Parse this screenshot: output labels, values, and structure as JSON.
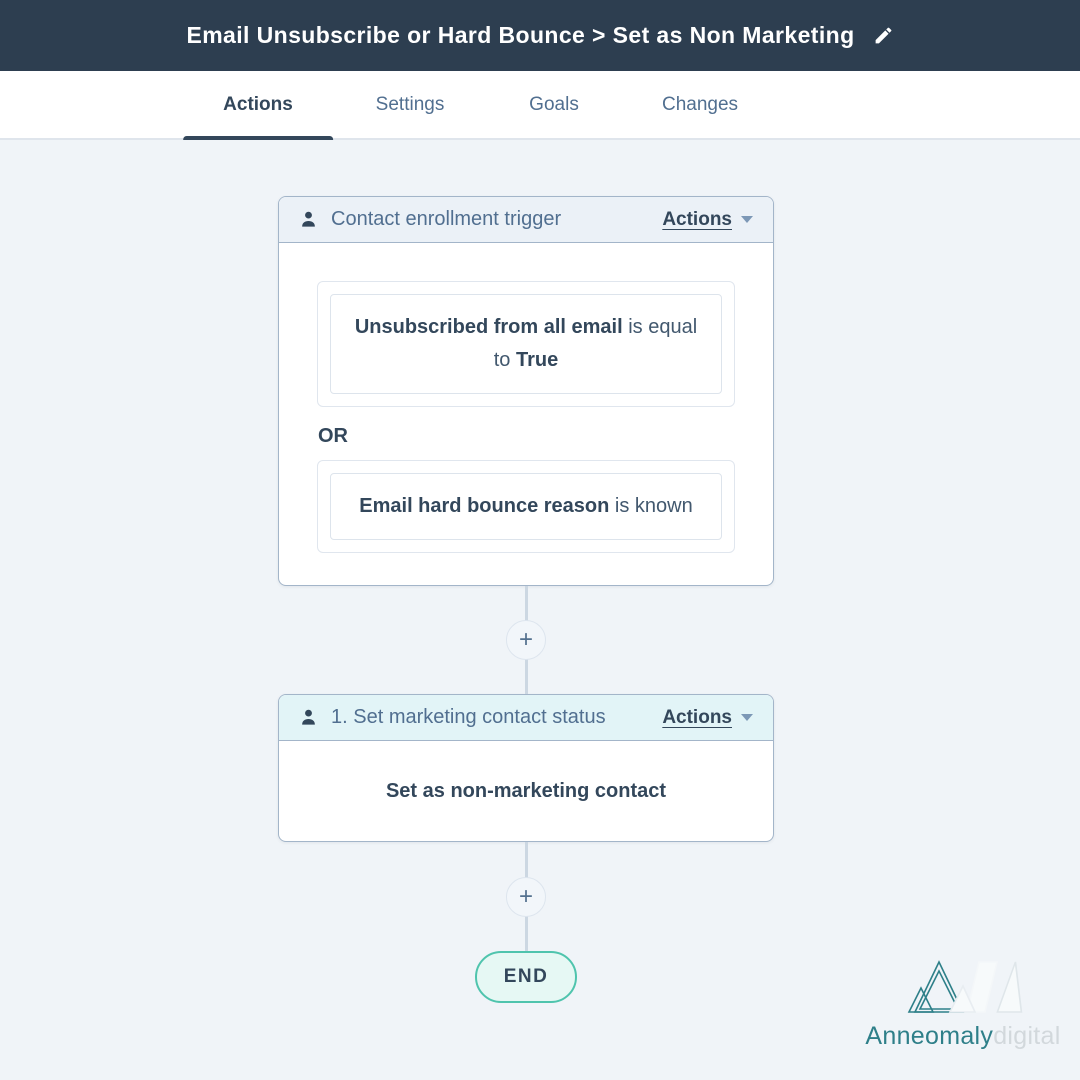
{
  "header": {
    "title": "Email Unsubscribe or Hard Bounce > Set as Non Marketing"
  },
  "tabs": [
    {
      "label": "Actions",
      "active": true
    },
    {
      "label": "Settings",
      "active": false
    },
    {
      "label": "Goals",
      "active": false
    },
    {
      "label": "Changes",
      "active": false
    }
  ],
  "workflow": {
    "trigger_card": {
      "title": "Contact enrollment trigger",
      "menu_label": "Actions",
      "join_label": "OR",
      "filters": [
        {
          "property": "Unsubscribed from all email",
          "condition": " is equal to ",
          "value": "True"
        },
        {
          "property": "Email hard bounce reason",
          "condition": " is known",
          "value": ""
        }
      ]
    },
    "action_card": {
      "title": "1. Set marketing contact status",
      "menu_label": "Actions",
      "body": "Set as non-marketing contact"
    },
    "add_step_label": "+",
    "end_label": "END"
  },
  "branding": {
    "name": "Anneomaly",
    "suffix": "digital"
  },
  "colors": {
    "top_bar_bg": "#2d3e50",
    "accent_dark": "#33475b",
    "muted_blue": "#516f90",
    "canvas_bg": "#f0f4f8",
    "card_border": "#a3b5c9",
    "trigger_header_bg": "#ebf1f7",
    "action_header_bg": "#e2f4f7",
    "connector": "#ccd7e2",
    "end_border": "#4fc4ad",
    "end_bg": "#e6f8f4",
    "brand_teal": "#2e7f89",
    "brand_gray": "#d2d8dc"
  }
}
